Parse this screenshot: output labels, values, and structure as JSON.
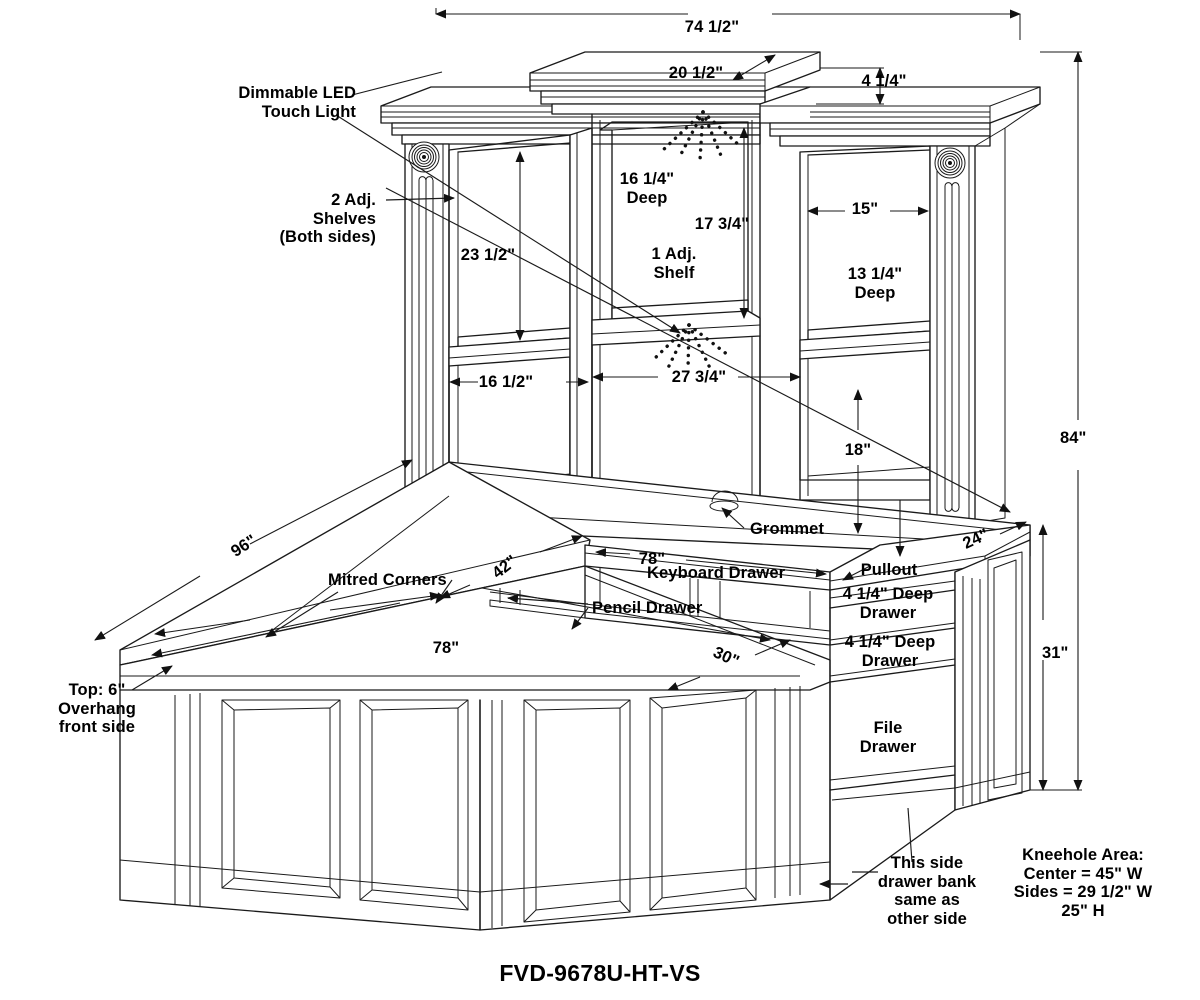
{
  "drawing": {
    "model_number": "FVD-9678U-HT-VS",
    "title": "FVD-9678U-HT-VS"
  },
  "dimensions": {
    "hutch_total_width": "74 1/2\"",
    "center_hutch_top_depth": "20 1/2\"",
    "crown_height": "4 1/4\"",
    "side_shelf_opening_height": "23 1/2\"",
    "center_deep": "16 1/4\"\nDeep",
    "center_opening_height": "17 3/4\"",
    "side_opening_width": "15\"",
    "side_deep": "13 1/4\"\nDeep",
    "side_opening_width_left": "16 1/2\"",
    "center_opening_width": "27 3/4\"",
    "desk_to_hutch_clearance": "18\"",
    "overall_height": "84\"",
    "return_length": "96\"",
    "credenza_top_width": "78\"",
    "bridge_width": "42\"",
    "desk_top_width": "78\"",
    "desk_top_depth": "30\"",
    "pedestal_depth": "24\"",
    "desk_height": "31\""
  },
  "callouts": {
    "led_light": "Dimmable LED\nTouch Light",
    "adj_shelves": "2 Adj.\nShelves\n(Both sides)",
    "center_shelf": "1 Adj.\nShelf",
    "mitred_corners": "Mitred Corners",
    "grommet": "Grommet",
    "keyboard_drawer": "Keyboard Drawer",
    "pencil_drawer": "Pencil Drawer",
    "pullout": "Pullout",
    "drawer_shallow_1": "4 1/4\" Deep\nDrawer",
    "drawer_shallow_2": "4 1/4\" Deep\nDrawer",
    "file_drawer": "File\nDrawer",
    "top_overhang": "Top: 6\"\nOverhang\nfront side",
    "this_side_note": "This side\ndrawer bank\nsame as\nother side",
    "kneehole": "Kneehole Area:\nCenter = 45\" W\nSides = 29 1/2\" W\n25\" H"
  },
  "colors": {
    "line": "#1a1a1a",
    "text": "#000000",
    "background": "#ffffff"
  }
}
